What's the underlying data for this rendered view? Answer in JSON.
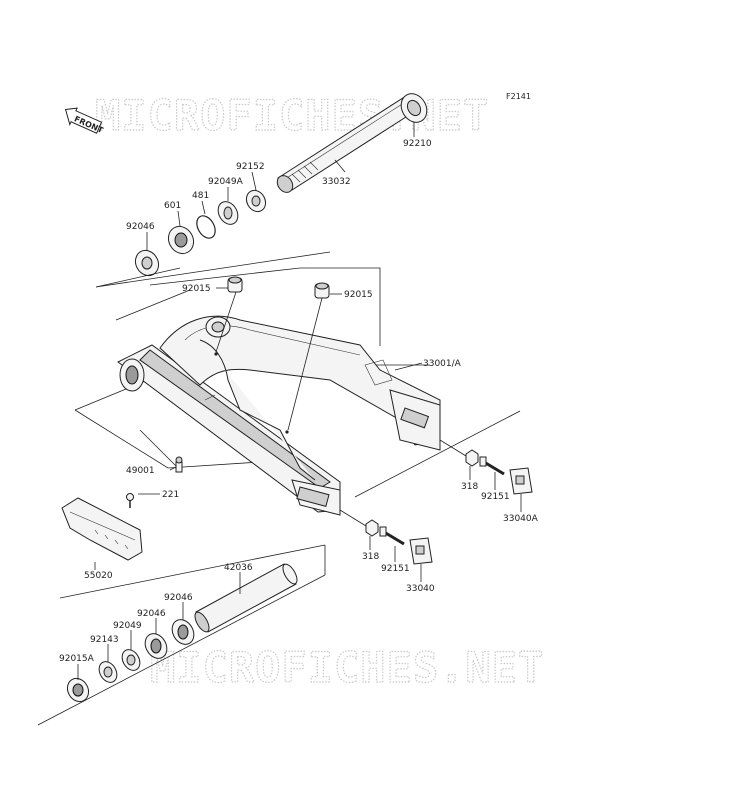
{
  "diagram_code": "F2141",
  "watermark": "MICROFICHES.NET",
  "front_label": "FRONT",
  "parts": {
    "p92210": "92210",
    "p33032": "33032",
    "p92152": "92152",
    "p92049A": "92049A",
    "p481": "481",
    "p601": "601",
    "p92046_top": "92046",
    "p92015_left": "92015",
    "p92015_right": "92015",
    "p33001A": "33001/A",
    "p49001": "49001",
    "p221": "221",
    "p318_right": "318",
    "p92151_right": "92151",
    "p33040A": "33040A",
    "p55020": "55020",
    "p318_bottom": "318",
    "p92151_bottom": "92151",
    "p33040": "33040",
    "p42036": "42036",
    "p92046_a": "92046",
    "p92046_b": "92046",
    "p92049": "92049",
    "p92143": "92143",
    "p92015A": "92015A"
  }
}
